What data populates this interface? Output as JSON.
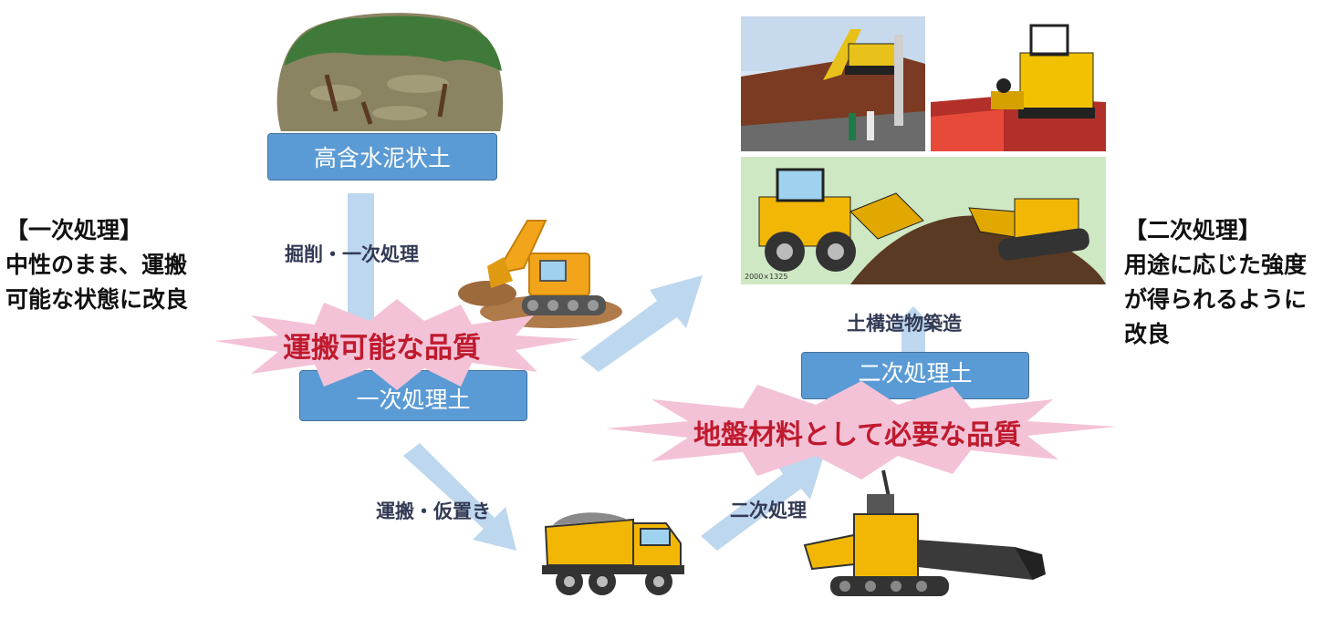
{
  "left_note": {
    "title": "【一次処理】",
    "lines": [
      "中性のまま、運搬",
      "可能な状態に改良"
    ]
  },
  "right_note": {
    "title": "【二次処理】",
    "lines": [
      "用途に応じた強度",
      "が得られるように",
      "改良"
    ]
  },
  "boxes": {
    "source_soil": "高含水泥状土",
    "primary_soil": "一次処理土",
    "secondary_soil": "二次処理土"
  },
  "bursts": {
    "primary_quality": "運搬可能な品質",
    "secondary_quality": "地盤材料として必要な品質"
  },
  "flow_labels": {
    "excavation": "掘削・一次処理",
    "transport": "運搬・仮置き",
    "secondary": "二次処理",
    "construction": "土構造物築造"
  },
  "photo_caption": "2000×1325",
  "colors": {
    "box_fill": "#5b9bd5",
    "arrow_fill": "#bdd7ee",
    "burst_fill": "#f4c2d7",
    "burst_text": "#c01a2e",
    "machine_yellow": "#f2b705"
  }
}
